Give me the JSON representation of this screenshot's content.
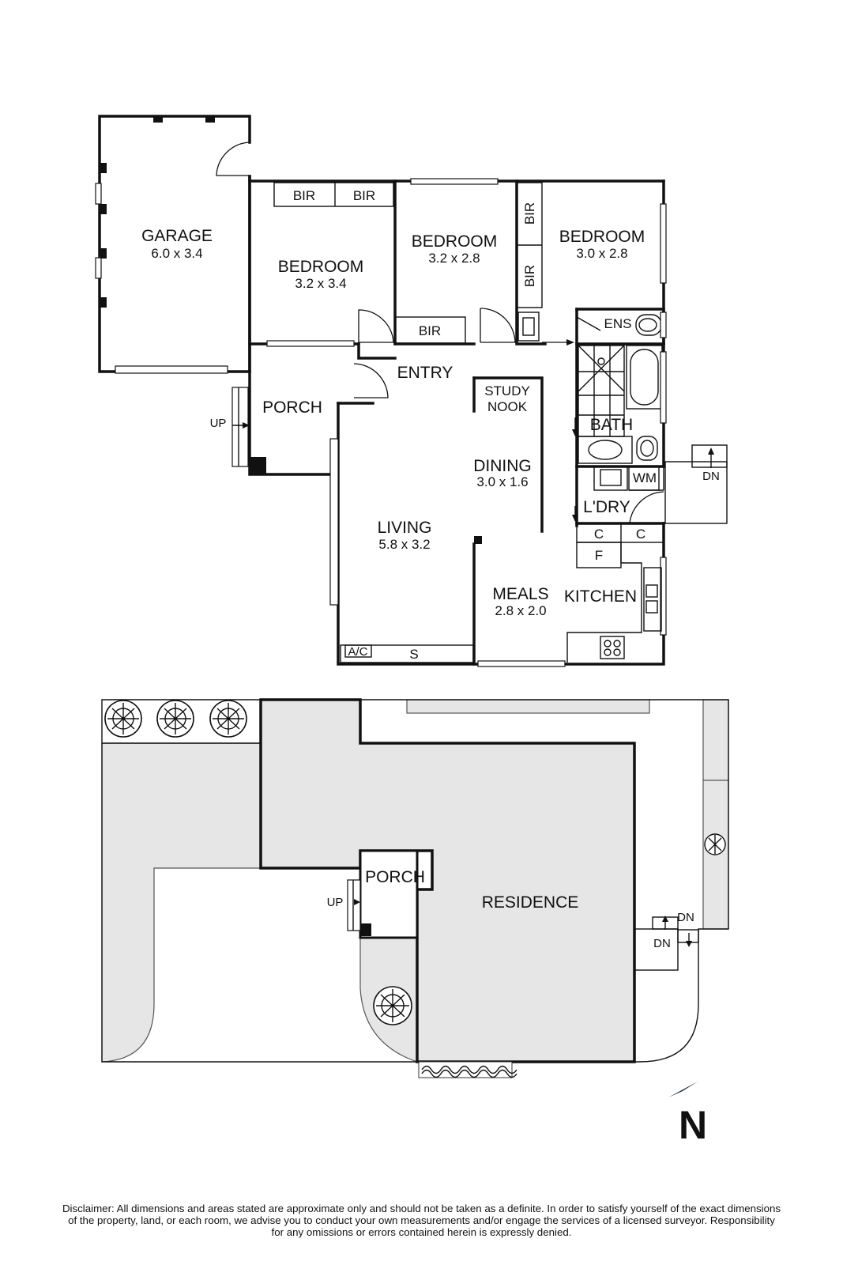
{
  "floor_plan": {
    "rooms": [
      {
        "key": "garage",
        "label": "GARAGE",
        "dims": "6.0 x 3.4"
      },
      {
        "key": "bedroom1",
        "label": "BEDROOM",
        "dims": "3.2 x 3.4"
      },
      {
        "key": "bedroom2",
        "label": "BEDROOM",
        "dims": "3.2 x 2.8"
      },
      {
        "key": "bedroom3",
        "label": "BEDROOM",
        "dims": "3.0 x 2.8"
      },
      {
        "key": "entry",
        "label": "ENTRY"
      },
      {
        "key": "porch",
        "label": "PORCH"
      },
      {
        "key": "study",
        "label_line1": "STUDY",
        "label_line2": "NOOK"
      },
      {
        "key": "dining",
        "label": "DINING",
        "dims": "3.0 x 1.6"
      },
      {
        "key": "living",
        "label": "LIVING",
        "dims": "5.8 x 3.2"
      },
      {
        "key": "meals",
        "label": "MEALS",
        "dims": "2.8 x 2.0"
      },
      {
        "key": "kitchen",
        "label": "KITCHEN"
      },
      {
        "key": "bath",
        "label": "BATH"
      },
      {
        "key": "ens",
        "label": "ENS"
      },
      {
        "key": "laundry",
        "label": "L'DRY"
      }
    ],
    "fixtures": {
      "bir": "BIR",
      "wm": "WM",
      "cupboard": "C",
      "fridge": "F",
      "ac": "A/C",
      "storage": "S",
      "up": "UP",
      "down": "DN"
    }
  },
  "site_plan": {
    "residence_label": "RESIDENCE",
    "porch_label": "PORCH",
    "up": "UP",
    "down": "DN"
  },
  "compass": {
    "label": "N"
  },
  "disclaimer": {
    "line1": "Disclaimer: All dimensions and areas stated are approximate only and should not be taken as a definite. In order to satisfy yourself of the exact dimensions",
    "line2": "of the property, land, or each room, we advise you to conduct your own measurements and/or engage the services of a licensed surveyor. Responsibility",
    "line3": "for any omissions or errors contained herein is expressly denied."
  }
}
